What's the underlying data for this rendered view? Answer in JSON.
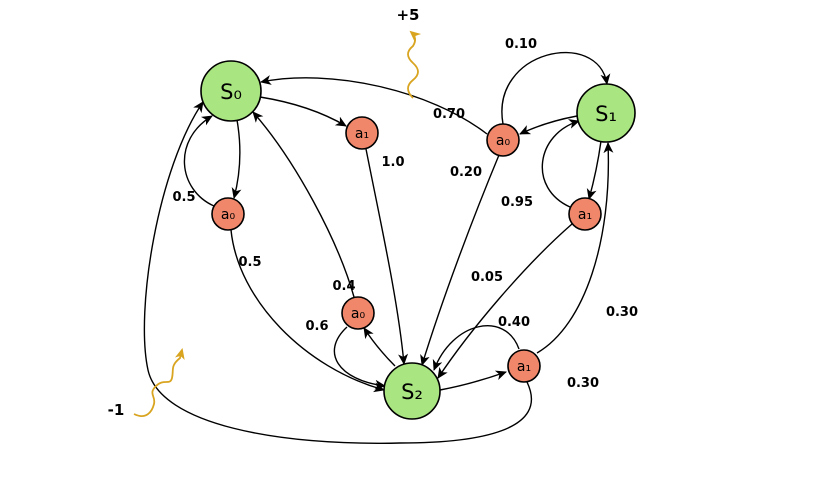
{
  "diagram": {
    "type": "mdp-state-transition-graph",
    "colors": {
      "state_fill": "#a9e581",
      "action_fill": "#f0876a",
      "edge_stroke": "#000000",
      "reward": "#d9a521",
      "background": "#ffffff"
    },
    "states": [
      {
        "id": "S0",
        "label": "S₀"
      },
      {
        "id": "S1",
        "label": "S₁"
      },
      {
        "id": "S2",
        "label": "S₂"
      }
    ],
    "actions": [
      {
        "id": "S0-a0",
        "label": "a₀"
      },
      {
        "id": "S0-a1",
        "label": "a₁"
      },
      {
        "id": "S1-a0",
        "label": "a₀"
      },
      {
        "id": "S1-a1",
        "label": "a₁"
      },
      {
        "id": "S2-a0",
        "label": "a₀"
      },
      {
        "id": "S2-a1",
        "label": "a₁"
      }
    ],
    "transitions": [
      {
        "from": "S0",
        "action": "a0",
        "to": "S0",
        "prob": "0.5"
      },
      {
        "from": "S0",
        "action": "a0",
        "to": "S2",
        "prob": "0.5"
      },
      {
        "from": "S0",
        "action": "a1",
        "to": "S2",
        "prob": "1.0"
      },
      {
        "from": "S1",
        "action": "a0",
        "to": "S1",
        "prob": "0.10"
      },
      {
        "from": "S1",
        "action": "a0",
        "to": "S0",
        "prob": "0.70"
      },
      {
        "from": "S1",
        "action": "a0",
        "to": "S2",
        "prob": "0.20"
      },
      {
        "from": "S1",
        "action": "a1",
        "to": "S1",
        "prob": "0.95"
      },
      {
        "from": "S1",
        "action": "a1",
        "to": "S2",
        "prob": "0.05"
      },
      {
        "from": "S2",
        "action": "a0",
        "to": "S0",
        "prob": "0.4"
      },
      {
        "from": "S2",
        "action": "a0",
        "to": "S2",
        "prob": "0.6"
      },
      {
        "from": "S2",
        "action": "a1",
        "to": "S2",
        "prob": "0.40"
      },
      {
        "from": "S2",
        "action": "a1",
        "to": "S1",
        "prob": "0.30"
      },
      {
        "from": "S2",
        "action": "a1",
        "to": "S0",
        "prob": "0.30"
      }
    ],
    "rewards": [
      {
        "label": "+5"
      },
      {
        "label": "-1"
      }
    ]
  }
}
